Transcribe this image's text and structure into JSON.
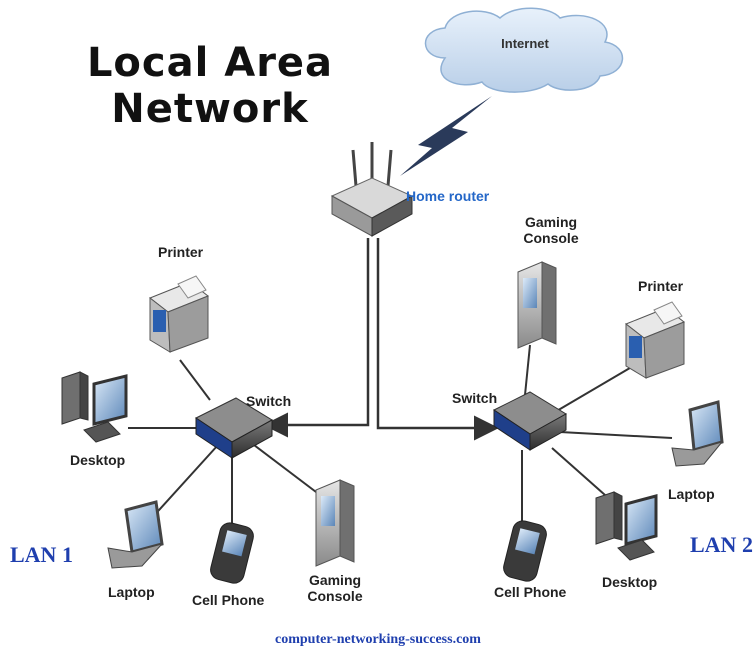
{
  "title": {
    "line1": "Local Area",
    "line2": "Network"
  },
  "cloud": {
    "label": "Internet"
  },
  "router": {
    "label": "Home router"
  },
  "lan1": {
    "name": "LAN 1",
    "switch_label": "Switch",
    "printer_label": "Printer",
    "desktop_label": "Desktop",
    "laptop_label": "Laptop",
    "phone_label": "Cell Phone",
    "console_label_1": "Gaming",
    "console_label_2": "Console"
  },
  "lan2": {
    "name": "LAN 2",
    "switch_label": "Switch",
    "printer_label": "Printer",
    "desktop_label": "Desktop",
    "laptop_label": "Laptop",
    "phone_label": "Cell Phone",
    "console_label_1": "Gaming",
    "console_label_2": "Console"
  },
  "footer": "computer-networking-success.com",
  "colors": {
    "link": "#1f3fae",
    "router_label": "#2467c8",
    "cloud": "#cfe0f2"
  }
}
